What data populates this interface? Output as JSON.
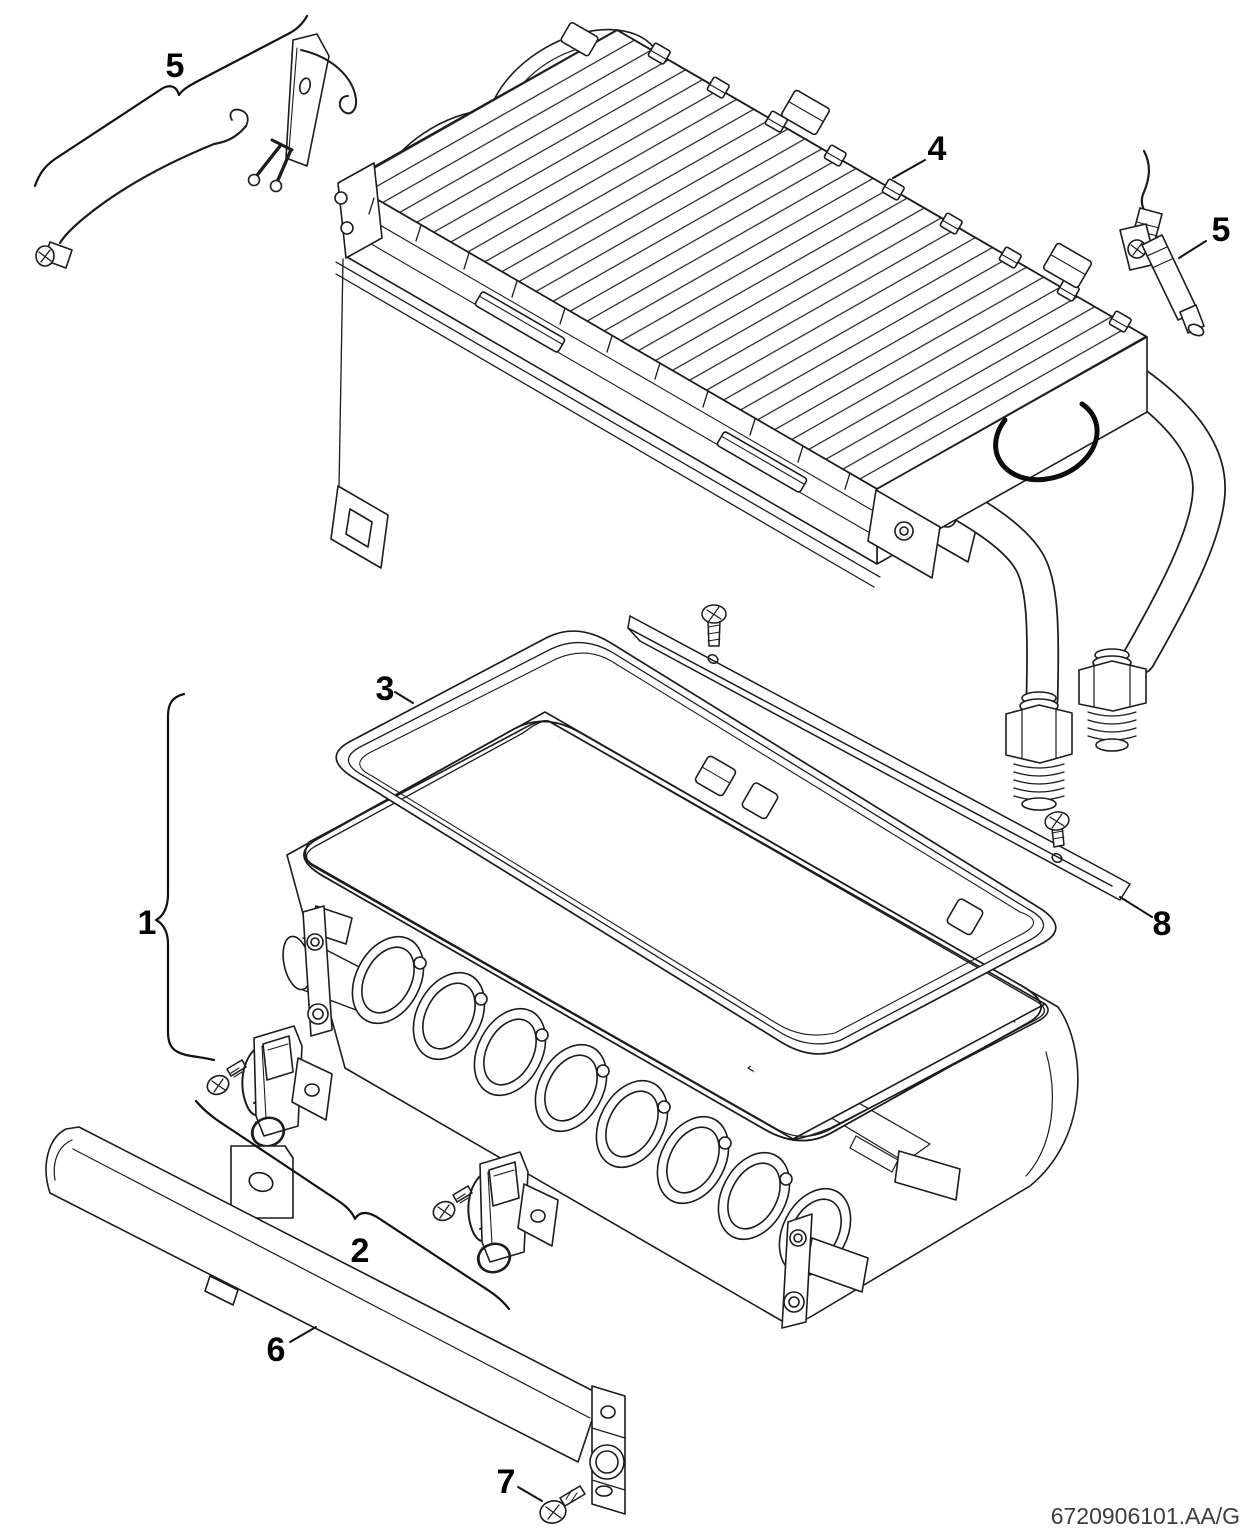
{
  "diagram": {
    "type": "exploded-parts-diagram",
    "background_color": "#ffffff",
    "line_color": "#1c1c1c",
    "callouts": {
      "item1": "1",
      "item2": "2",
      "item3": "3",
      "item4": "4",
      "item5_left": "5",
      "item5_right": "5",
      "item6": "6",
      "item7": "7",
      "item8": "8"
    },
    "footer": {
      "document_number": "6720906101.AA/G"
    }
  }
}
